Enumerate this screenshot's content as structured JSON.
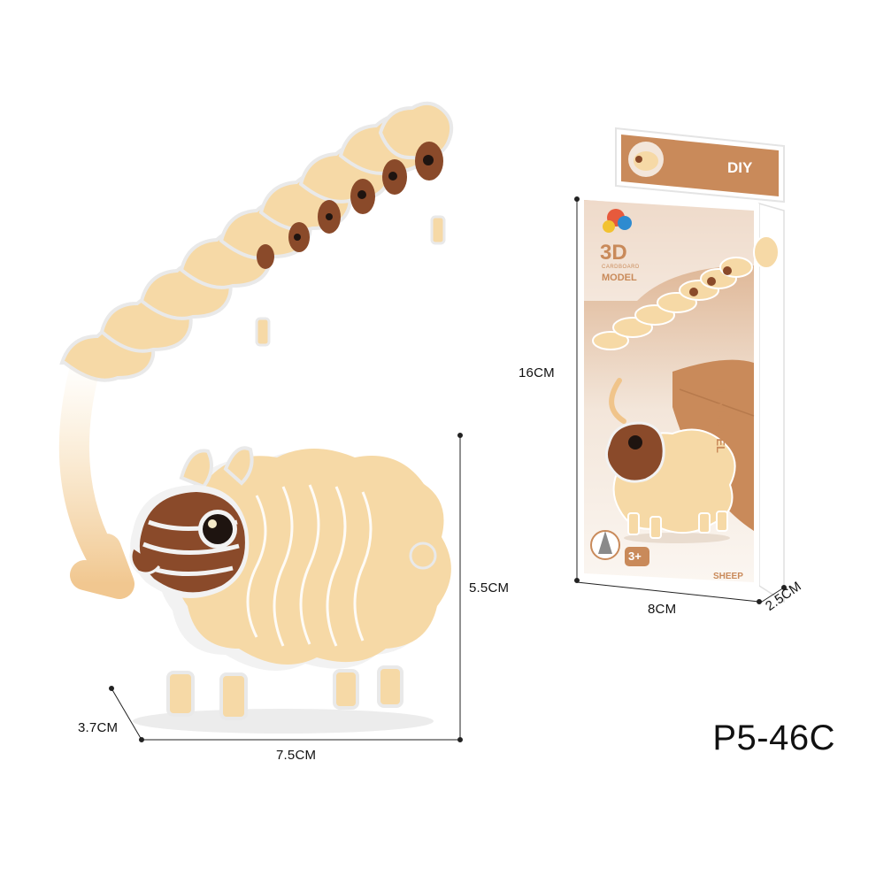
{
  "product_code": "P5-46C",
  "model_dims": {
    "height": "5.5CM",
    "depth": "3.7CM",
    "width": "7.5CM"
  },
  "box_dims": {
    "height": "16CM",
    "width": "8CM",
    "depth": "2.5CM"
  },
  "box": {
    "top_label": "DIY",
    "title_3d": "3D",
    "subtitle_line1": "CARDBOARD",
    "subtitle_line2": "MODEL",
    "side_label": "DIY MODEL",
    "age_badge": "3+",
    "animal_name": "SHEEP"
  },
  "colors": {
    "body_cream": "#f6d9a6",
    "edge_white": "#f2f2f2",
    "face_brown": "#8a4a2a",
    "box_tan": "#c98a5a",
    "box_light": "#f3e6da"
  }
}
